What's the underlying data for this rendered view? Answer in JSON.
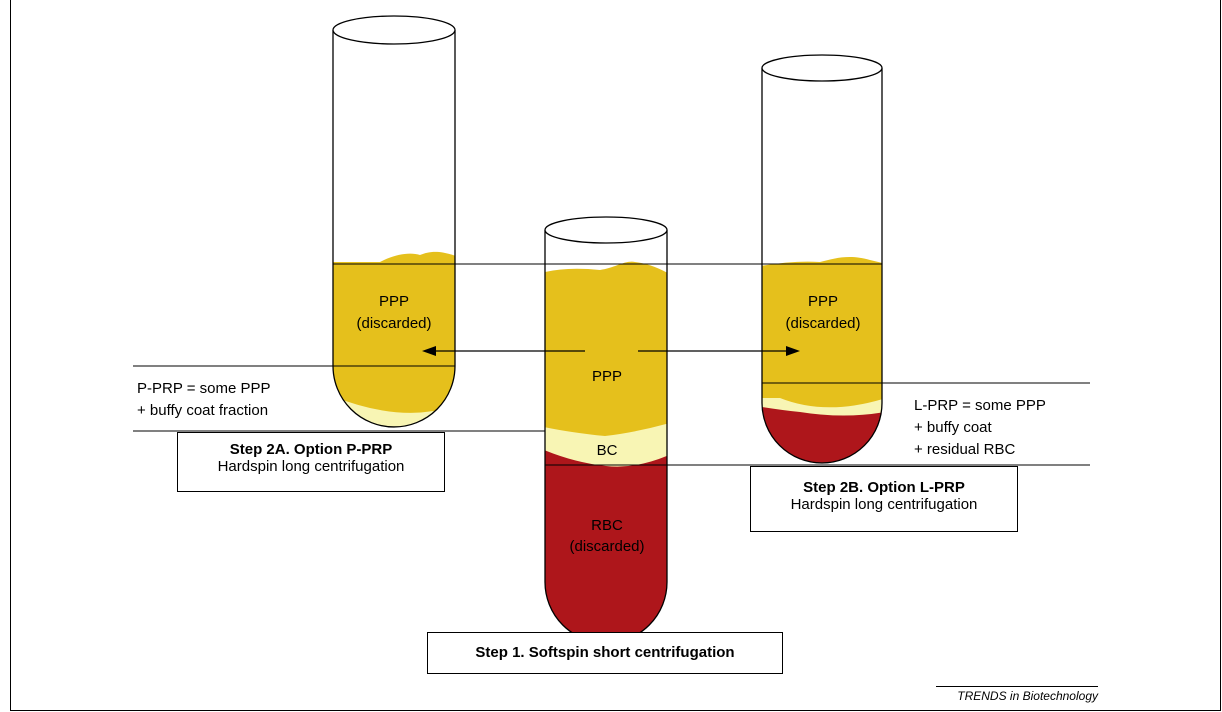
{
  "colors": {
    "plasma": "#e5c01c",
    "buffy_coat": "#f8f5b4",
    "rbc": "#ae161b",
    "outline": "#000000"
  },
  "diagram": {
    "left_tube": {
      "layer_label_1": "PPP",
      "layer_label_2": "(discarded)",
      "side_label_1": "P-PRP = some PPP",
      "side_label_2": "+ buffy coat fraction"
    },
    "center_tube": {
      "plasma_label": "PPP",
      "bc_label": "BC",
      "rbc_label_1": "RBC",
      "rbc_label_2": "(discarded)"
    },
    "right_tube": {
      "layer_label_1": "PPP",
      "layer_label_2": "(discarded)",
      "side_label_1": "L-PRP = some PPP",
      "side_label_2": "+ buffy coat",
      "side_label_3": "+ residual RBC"
    },
    "step1": {
      "title": "Step 1. Softspin short centrifugation"
    },
    "step2a": {
      "title": "Step 2A. Option P-PRP",
      "subtitle": "Hardspin long centrifugation"
    },
    "step2b": {
      "title": "Step 2B. Option L-PRP",
      "subtitle": "Hardspin long centrifugation"
    },
    "journal": "TRENDS in Biotechnology"
  }
}
